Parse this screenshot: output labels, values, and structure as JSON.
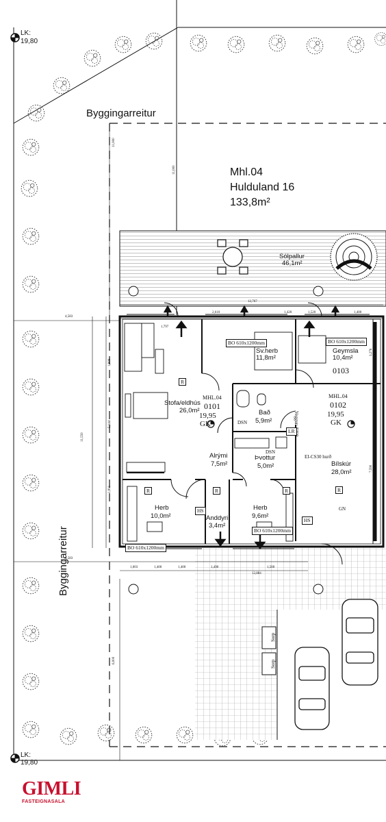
{
  "heading": {
    "building_id": "Mhl.04",
    "address": "Hulduland 16",
    "area": "133,8m²"
  },
  "levels": {
    "top_label": "LK:",
    "top_value": "19,80",
    "bottom_label": "LK:",
    "bottom_value": "19,80"
  },
  "zones": {
    "building_area_top": "Byggingarreitur",
    "building_area_side": "Byggingarreitur"
  },
  "deck": {
    "name": "Sólpallur",
    "area": "46,1m²"
  },
  "rooms": {
    "bedroom_sv": {
      "name": "Sv.herb",
      "area": "11,8m²"
    },
    "storage": {
      "name": "Geymsla",
      "area": "10,4m²"
    },
    "living": {
      "name": "Stofa/eldhús",
      "area": "26,0m²"
    },
    "bath": {
      "name": "Bað",
      "area": "5,9m²"
    },
    "hall": {
      "name": "Alrými",
      "area": "7,5m²"
    },
    "laundry": {
      "name": "Þvottur",
      "area": "5,0m²"
    },
    "garage": {
      "name": "Bílskúr",
      "area": "28,0m²"
    },
    "bedroom_1": {
      "name": "Herb",
      "area": "10,0m²"
    },
    "entry": {
      "name": "Anddyri",
      "area": "3,4m²"
    },
    "bedroom_2": {
      "name": "Herb",
      "area": "9,6m²"
    }
  },
  "units": {
    "unit_a": {
      "mhl": "MHL.04",
      "number": "0101",
      "gk": "19,95",
      "gk_label": "GK"
    },
    "unit_b": {
      "mhl": "MHL.04",
      "number": "0102",
      "gk": "19,95",
      "gk_label": "GK"
    },
    "unit_c": {
      "number": "0103"
    }
  },
  "tags": {
    "window_a": "BO 610x1200mm",
    "window_b": "BO 610x1200mm",
    "window_c": "BO 610x1200mm",
    "window_d": "BO 610x1200mm",
    "fire_door": "EI-CS30 hurð",
    "wall": "Veggur: EI60",
    "hs_a": "HS",
    "hs_b": "HS",
    "lr": "LR",
    "dsn_a": "DSN",
    "dsn_b": "DSN",
    "r": "R",
    "gn": "GN"
  },
  "bins": {
    "bin_1": "Sorp",
    "bin_2": "Sorp"
  },
  "dimensions": {
    "top_total": "12,767",
    "top_1": "1,797",
    "top_2": "2,610",
    "top_3": "1,420",
    "top_4": "1,520",
    "top_5": "1,400",
    "bottom_total": "12,884",
    "bottom_1": "1,003",
    "bottom_2": "1,400",
    "bottom_3": "1,400",
    "bottom_4": "1,490",
    "bottom_5": "1,500",
    "left_total": "11,550",
    "left_1": "1,909",
    "left_2": "5,144",
    "left_3": "1,811",
    "right_1": "3,276",
    "right_2": "7,590",
    "offset_left": "4,583",
    "offset_left_b": "4,583",
    "vertical_top": "11,000",
    "vertical_top_b": "11,000",
    "vertical_bottom": "6,000"
  },
  "logo": {
    "name": "GIMLI",
    "subtitle": "FASTEIGNASALA"
  }
}
